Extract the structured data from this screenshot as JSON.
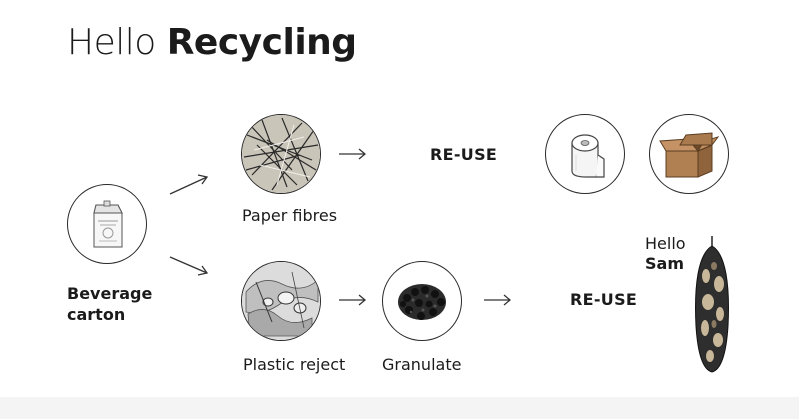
{
  "title": {
    "light": "Hello",
    "bold": "Recycling"
  },
  "nodes": {
    "carton_label_line1": "Beverage",
    "carton_label_line2": "carton",
    "paper_label": "Paper fibres",
    "plastic_label": "Plastic reject",
    "granulate_label": "Granulate",
    "reuse_top": "RE-USE",
    "reuse_bottom": "RE-USE",
    "sam_line1": "Hello",
    "sam_line2": "Sam"
  },
  "icons": {
    "carton": "carton-icon",
    "paper": "paper-fibres-icon",
    "plastic": "plastic-reject-icon",
    "granulate": "granulate-icon",
    "toilet_roll": "toilet-roll-icon",
    "box": "cardboard-box-icon",
    "sam": "hello-sam-product-icon"
  },
  "colors": {
    "text": "#1b1b1b",
    "circle_stroke": "#2a2a2a",
    "cardboard": "#b07f52"
  }
}
